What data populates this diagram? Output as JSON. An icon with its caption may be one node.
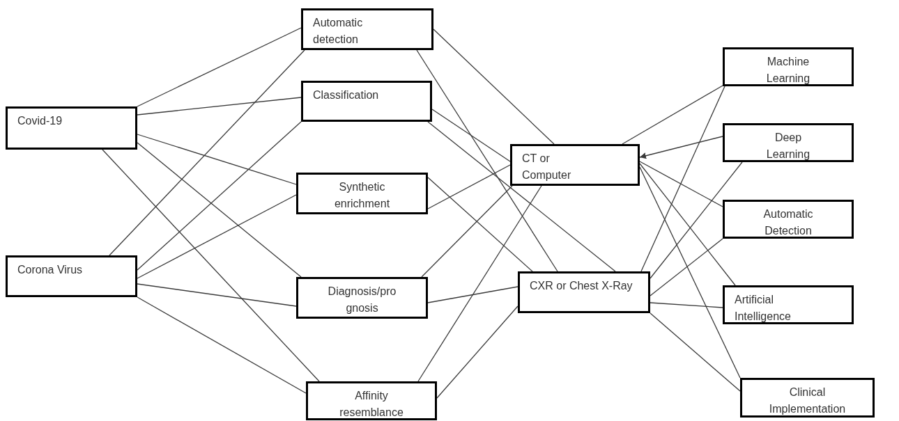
{
  "diagram": {
    "nodes": [
      {
        "text": [
          "Covid-19"
        ]
      },
      {
        "text": [
          "Corona Virus"
        ]
      },
      {
        "text": [
          "Automatic detection"
        ]
      },
      {
        "text": [
          "Classification"
        ]
      },
      {
        "text": [
          "Synthetic enrichment"
        ]
      },
      {
        "text": [
          "Diagnosis/pro gnosis"
        ]
      },
      {
        "text": [
          "Affinity resemblance"
        ]
      },
      {
        "text": [
          "CT or Computer"
        ]
      },
      {
        "text": [
          "CXR or Chest X-Ray"
        ]
      },
      {
        "text": [
          "Machine Learning"
        ]
      },
      {
        "text": [
          "Deep Learning"
        ]
      },
      {
        "text": [
          "Automatic Detection"
        ]
      },
      {
        "text": [
          "Artificial Intelligence"
        ]
      },
      {
        "text": [
          "Clinical Implementation"
        ]
      }
    ],
    "edges": [
      {
        "from": 0,
        "to": 2,
        "arrow": "none"
      },
      {
        "from": 0,
        "to": 3,
        "arrow": "none"
      },
      {
        "from": 0,
        "to": 4,
        "arrow": "none"
      },
      {
        "from": 0,
        "to": 5,
        "arrow": "none"
      },
      {
        "from": 0,
        "to": 6,
        "arrow": "none"
      },
      {
        "from": 1,
        "to": 2,
        "arrow": "none"
      },
      {
        "from": 1,
        "to": 3,
        "arrow": "none"
      },
      {
        "from": 1,
        "to": 4,
        "arrow": "none"
      },
      {
        "from": 1,
        "to": 5,
        "arrow": "none"
      },
      {
        "from": 1,
        "to": 6,
        "arrow": "none"
      },
      {
        "from": 2,
        "to": 7,
        "arrow": "none"
      },
      {
        "from": 2,
        "to": 8,
        "arrow": "none"
      },
      {
        "from": 3,
        "to": 7,
        "arrow": "none"
      },
      {
        "from": 3,
        "to": 8,
        "arrow": "none"
      },
      {
        "from": 4,
        "to": 7,
        "arrow": "none"
      },
      {
        "from": 4,
        "to": 8,
        "arrow": "none"
      },
      {
        "from": 5,
        "to": 7,
        "arrow": "none"
      },
      {
        "from": 5,
        "to": 8,
        "arrow": "none"
      },
      {
        "from": 6,
        "to": 7,
        "arrow": "none"
      },
      {
        "from": 6,
        "to": 8,
        "arrow": "none"
      },
      {
        "from": 7,
        "to": 9,
        "arrow": "none"
      },
      {
        "from": 10,
        "to": 7,
        "arrow": "to"
      },
      {
        "from": 7,
        "to": 11,
        "arrow": "none"
      },
      {
        "from": 7,
        "to": 12,
        "arrow": "none"
      },
      {
        "from": 7,
        "to": 13,
        "arrow": "none"
      },
      {
        "from": 8,
        "to": 9,
        "arrow": "none"
      },
      {
        "from": 8,
        "to": 10,
        "arrow": "none"
      },
      {
        "from": 8,
        "to": 11,
        "arrow": "none"
      },
      {
        "from": 8,
        "to": 12,
        "arrow": "none"
      },
      {
        "from": 8,
        "to": 13,
        "arrow": "none"
      }
    ]
  }
}
